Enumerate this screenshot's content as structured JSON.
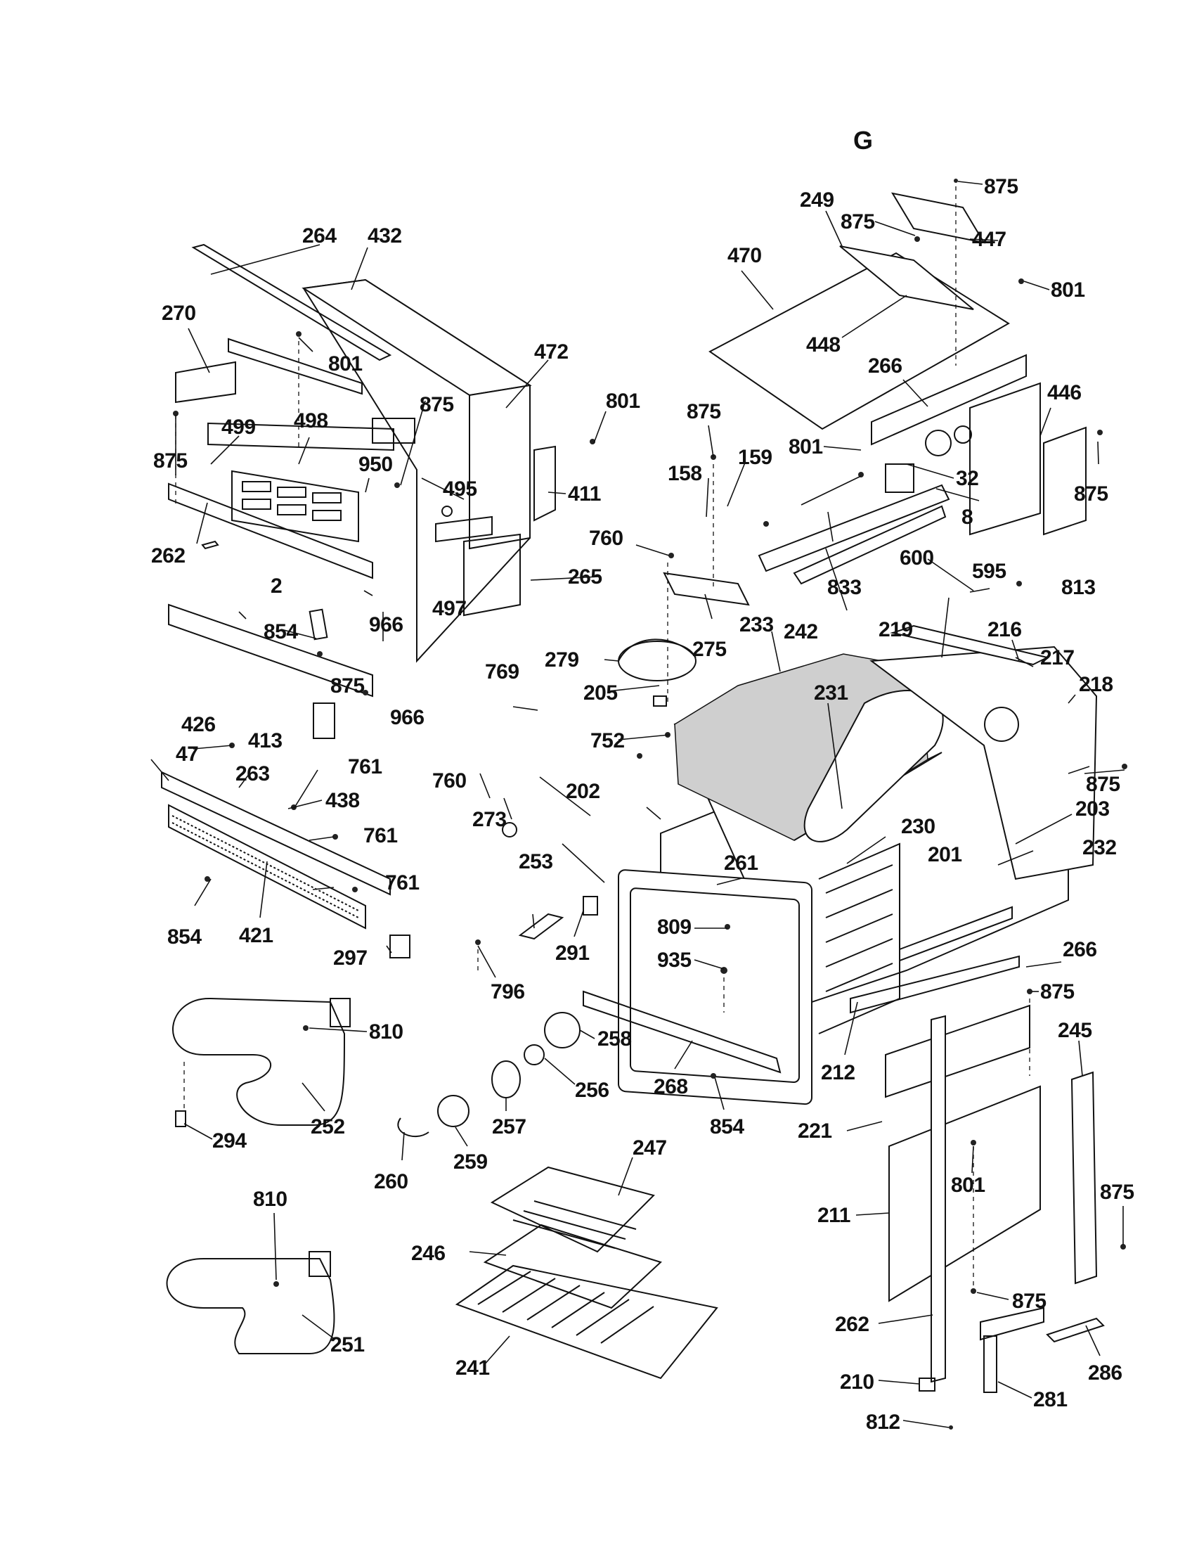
{
  "section_letter": "G",
  "labels": [
    "875",
    "249",
    "875",
    "447",
    "470",
    "801",
    "448",
    "266",
    "446",
    "801",
    "32",
    "875",
    "8",
    "875",
    "158",
    "159",
    "760",
    "833",
    "600",
    "595",
    "813",
    "242",
    "219",
    "216",
    "217",
    "218",
    "233",
    "231",
    "275",
    "279",
    "205",
    "752",
    "875",
    "264",
    "432",
    "270",
    "801",
    "472",
    "801",
    "875",
    "498",
    "499",
    "950",
    "495",
    "411",
    "875",
    "262",
    "265",
    "854",
    "2",
    "497",
    "966",
    "769",
    "875",
    "426",
    "966",
    "413",
    "47",
    "263",
    "761",
    "438",
    "761",
    "761",
    "854",
    "421",
    "297",
    "760",
    "273",
    "202",
    "230",
    "203",
    "232",
    "201",
    "261",
    "253",
    "291",
    "809",
    "935",
    "796",
    "266",
    "875",
    "212",
    "268",
    "854",
    "258",
    "256",
    "257",
    "810",
    "252",
    "294",
    "259",
    "260",
    "247",
    "246",
    "241",
    "810",
    "251",
    "245",
    "221",
    "801",
    "211",
    "875",
    "875",
    "262",
    "286",
    "210",
    "281",
    "812"
  ]
}
